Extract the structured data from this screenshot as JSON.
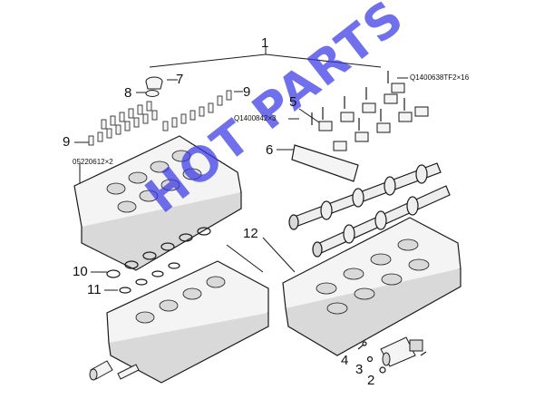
{
  "callouts": {
    "c1": "1",
    "c2": "2",
    "c3": "3",
    "c4": "4",
    "c5": "5",
    "c6": "6",
    "c7": "7",
    "c8": "8",
    "c9a": "9",
    "c9b": "9",
    "c10": "10",
    "c11": "11",
    "c12": "12"
  },
  "part_codes": {
    "bolt_qty_16": "Q1400638TF2×16",
    "bolt_qty_3": "Q1400842×3",
    "pin_qty_2": "05220612×2"
  },
  "watermark": {
    "text": "HOT PARTS",
    "color": "#3a3ae6"
  },
  "colors": {
    "line": "#1a1a1a",
    "fill_light": "#f4f4f4",
    "fill_mid": "#d9d9d9"
  }
}
